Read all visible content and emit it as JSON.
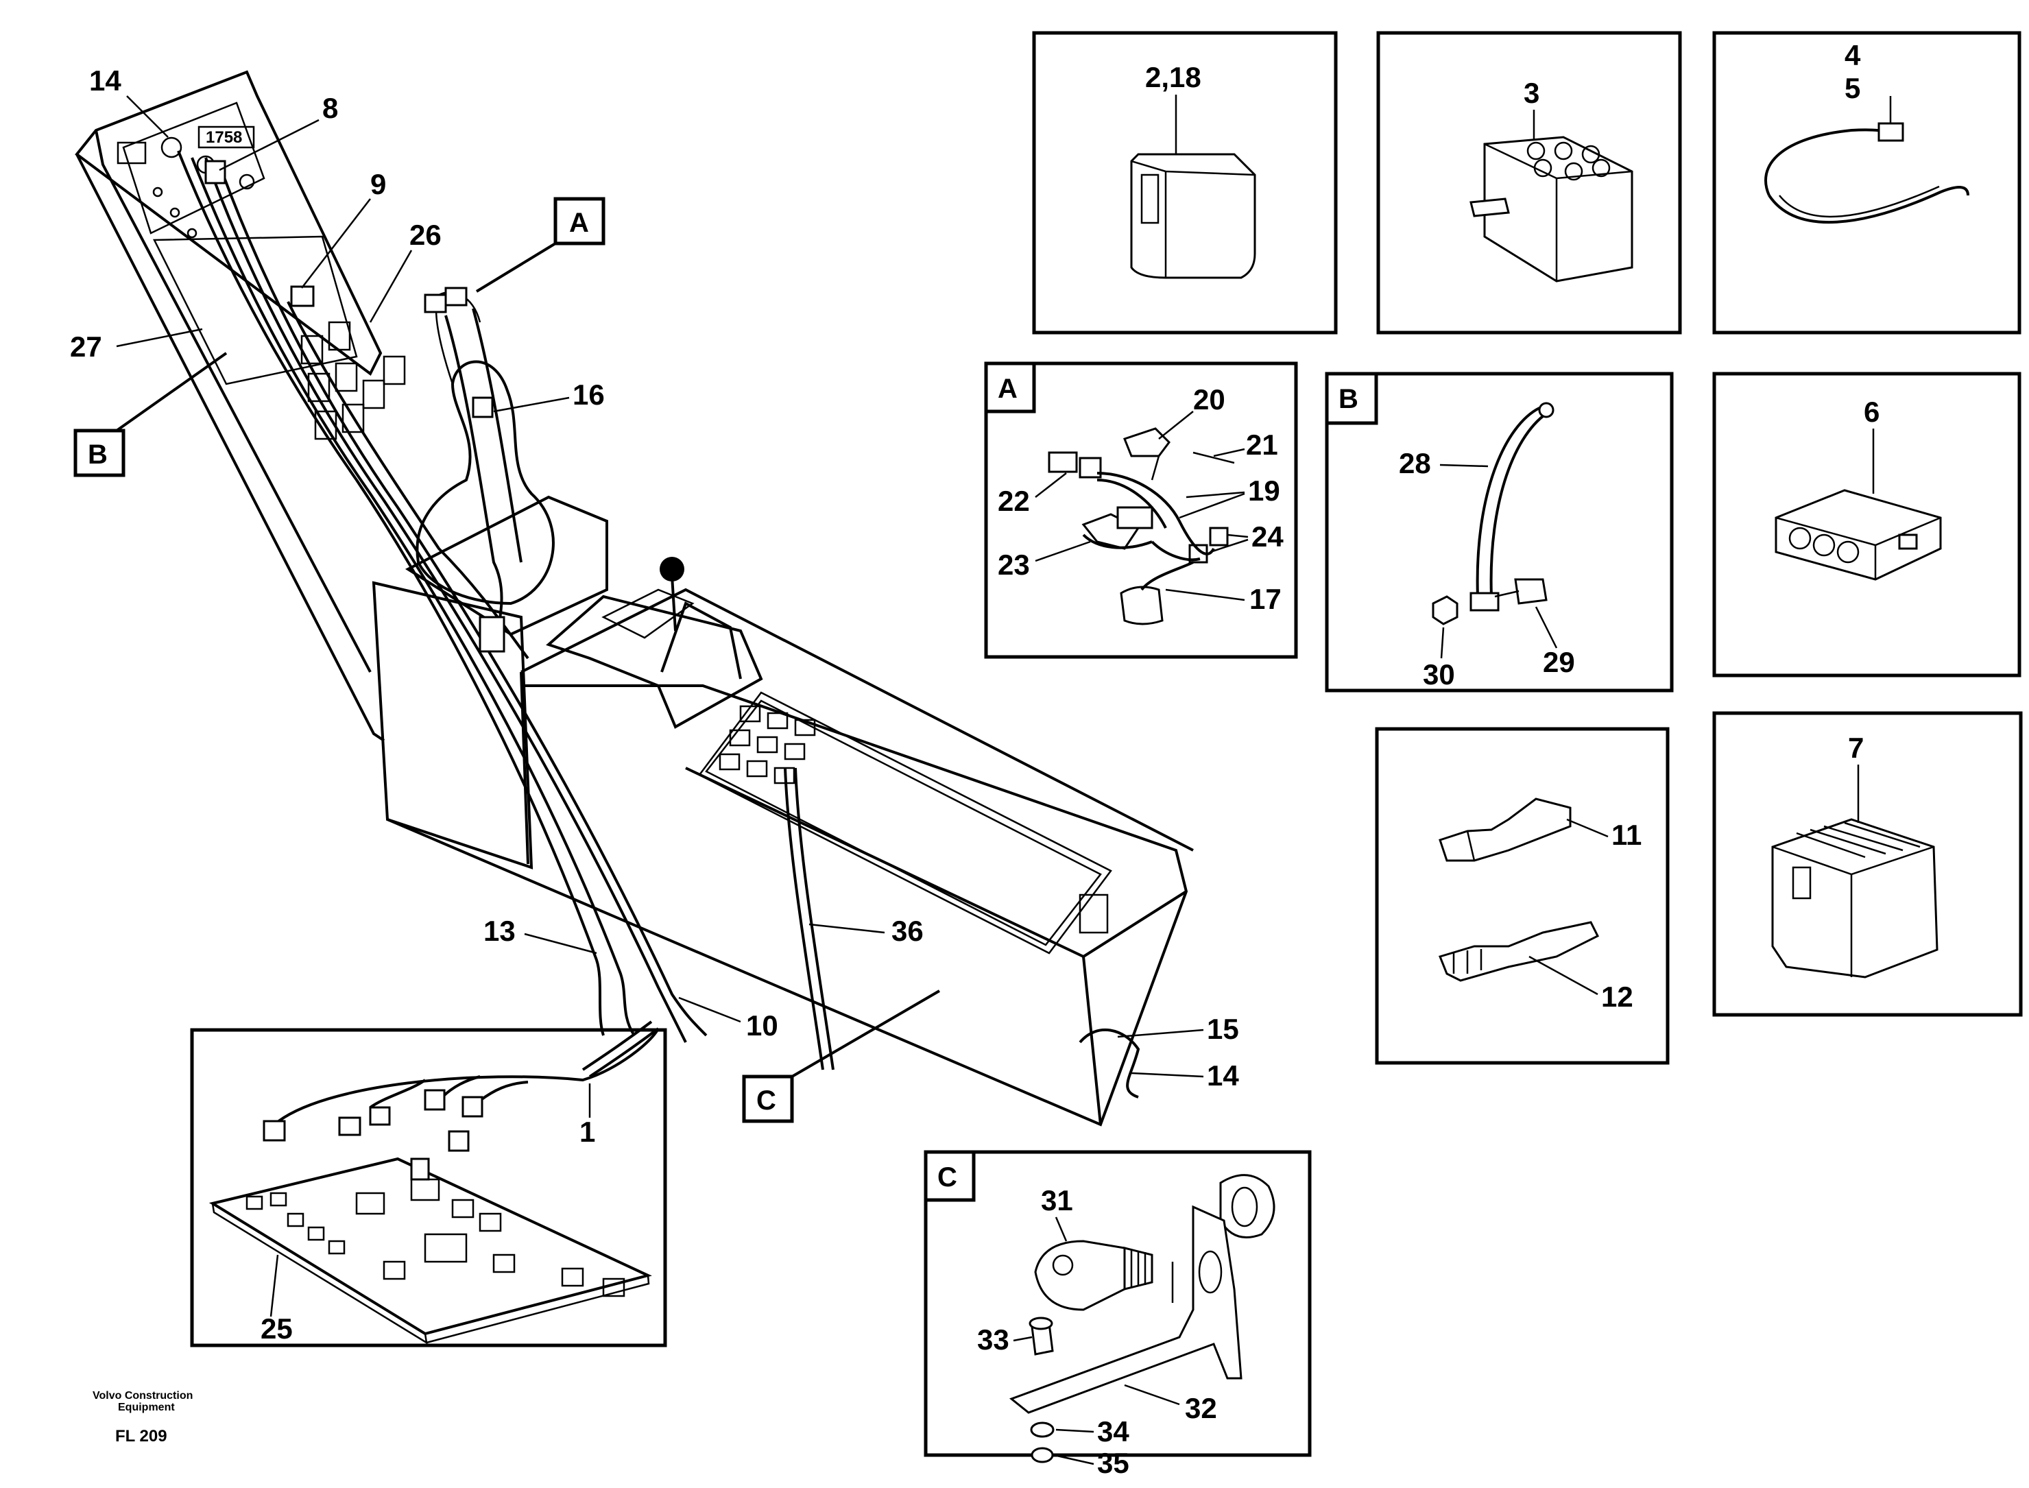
{
  "footer": {
    "company_line1": "Volvo Construction",
    "company_line2": "Equipment",
    "code": "FL 209"
  },
  "display_value": "1758",
  "callouts": [
    "14",
    "8",
    "9",
    "26",
    "27",
    "16",
    "13",
    "10",
    "36",
    "15",
    "14",
    "1",
    "25"
  ],
  "view_letters": [
    "A",
    "B",
    "C"
  ],
  "detail_parts": {
    "p218": "2,18",
    "p3": "3",
    "p4": "4",
    "p5": "5",
    "p6": "6",
    "p7": "7",
    "p11": "11",
    "p12": "12"
  },
  "detail_A": {
    "letter": "A",
    "labels": [
      "20",
      "21",
      "22",
      "19",
      "24",
      "23",
      "17"
    ]
  },
  "detail_B": {
    "letter": "B",
    "labels": [
      "28",
      "29",
      "30"
    ]
  },
  "detail_C": {
    "letter": "C",
    "labels": [
      "31",
      "33",
      "32",
      "34",
      "35"
    ]
  }
}
